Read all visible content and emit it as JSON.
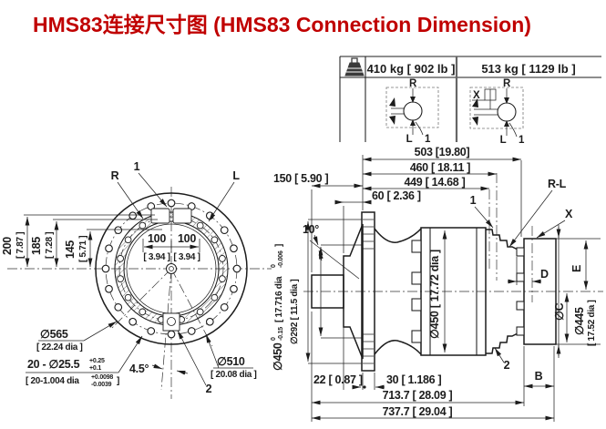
{
  "title": "HMS83连接尺寸图  (HMS83 Connection Dimension)",
  "colors": {
    "title": "#c00000",
    "line": "#1c1c1c"
  },
  "weights": {
    "left": "410 kg [ 902 lb ]",
    "right": "513 kg [ 1129 lb ]"
  },
  "schematics": {
    "left": {
      "top": "R",
      "bottom": "L",
      "ref": "1"
    },
    "right": {
      "top": "R",
      "bottom": "L",
      "ref": "1",
      "pilot": "X"
    }
  },
  "front": {
    "port_r": "R",
    "item_1": "1",
    "port_l": "L",
    "item_2": "2",
    "dim_200": "200",
    "dim_200_in": "[ 7.87 ]",
    "dim_185": "185",
    "dim_185_in": "[ 7.28 ]",
    "dim_145": "145",
    "dim_145_in": "[ 5.71 ]",
    "dim_100_left": "100",
    "dim_100_left_in": "[ 3.94 ]",
    "dim_100_right": "100",
    "dim_100_right_in": "[ 3.94 ]",
    "dim_565": "∅565",
    "dim_565_in": "[ 22.24 dia ]",
    "bolt_mm": "20 - ∅25.5",
    "bolt_mm_tol_up": "+0.25",
    "bolt_mm_tol_dn": "+0.1",
    "bolt_in": "[ 20-1.004 dia",
    "bolt_in_tol_up": "+0.0098",
    "bolt_in_tol_dn": "-0.0039",
    "bolt_in_close": "]",
    "angle": "4.5°",
    "dim_510": "∅510",
    "dim_510_in": "[ 20.08 dia ]"
  },
  "side": {
    "dim_503": "503 [19.80]",
    "dim_460": "460 [ 18.11 ]",
    "dim_449": "449 [ 14.68 ]",
    "dim_60": "60 [ 2.36 ]",
    "dim_150": "150 [ 5.90 ]",
    "angle_10": "10°",
    "item_1": "1",
    "label_rl": "R-L",
    "label_x": "X",
    "item_2": "2",
    "d450p": "∅450",
    "d450p_up": "0",
    "d450p_dn": "-0.15",
    "d450p_in": "[ 17.716 dia",
    "d450p_in_up": "0",
    "d450p_in_dn": "-0.006",
    "d450p_close": "]",
    "dim_292": "∅292 [ 11.5 dia ]",
    "dim_450_housing": "∅450 [ 17.72 dia ]",
    "dim_22": "22 [ 0.87 ]",
    "dim_30": "30 [ 1.186 ]",
    "dim_7137": "713.7 [ 28.09 ]",
    "dim_7377": "737.7 [ 29.04 ]",
    "dim_b": "B",
    "dim_c": "∅C",
    "dim_d": "D",
    "dim_e": "E",
    "dim_445": "∅445",
    "dim_445_in": "[ 17.52 dia ]"
  }
}
